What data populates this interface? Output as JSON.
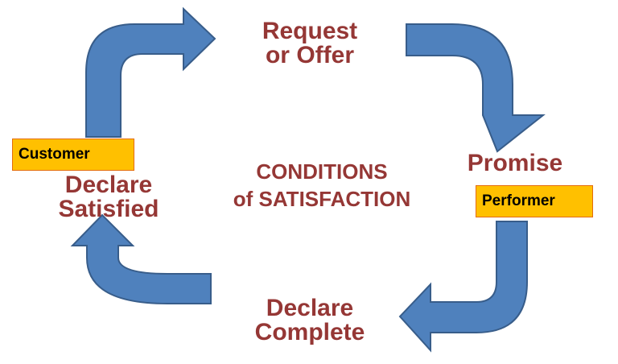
{
  "diagram": {
    "steps": {
      "request": {
        "line1": "Request",
        "line2": "or Offer"
      },
      "promise": {
        "line1": "Promise"
      },
      "complete": {
        "line1": "Declare",
        "line2": "Complete"
      },
      "satisfied": {
        "line1": "Declare",
        "line2": "Satisfied"
      }
    },
    "center": {
      "line1": "CONDITIONS",
      "line2": "of SATISFACTION"
    },
    "roles": {
      "customer": "Customer",
      "performer": "Performer"
    }
  },
  "colors": {
    "arrow_fill": "#4f81bd",
    "arrow_stroke": "#385d8a",
    "text": "#953735",
    "role_fill": "#ffc000",
    "role_border": "#e46c0a"
  }
}
